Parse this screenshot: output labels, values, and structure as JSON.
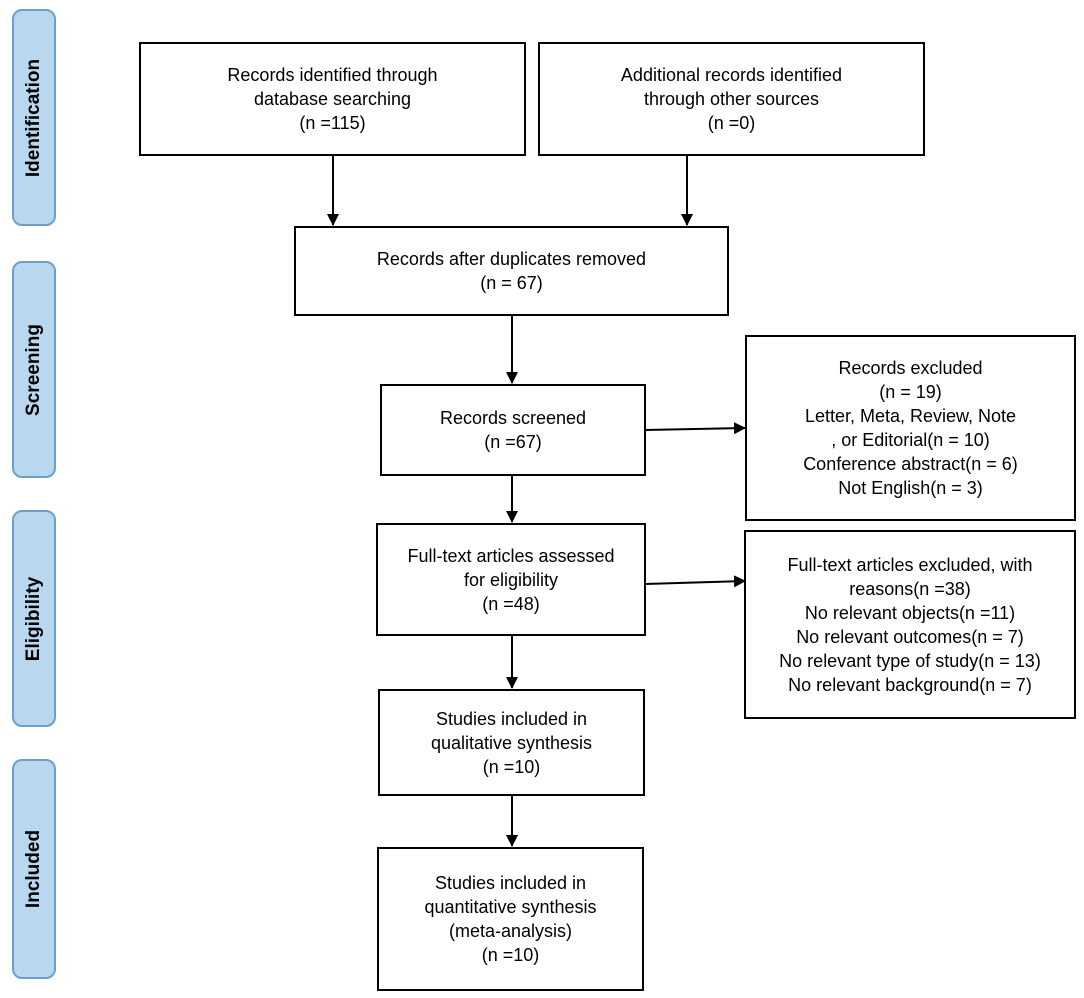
{
  "phases": {
    "identification": "Identification",
    "screening": "Screening",
    "eligibility": "Eligibility",
    "included": "Included"
  },
  "boxes": {
    "database_search": [
      "Records identified through",
      "database searching",
      "(n =115)"
    ],
    "other_sources": [
      "Additional records identified",
      "through other sources",
      "(n =0)"
    ],
    "duplicates_removed": [
      "Records after duplicates removed",
      "(n = 67)"
    ],
    "screened": [
      "Records screened",
      "(n =67)"
    ],
    "excluded": [
      "Records excluded",
      "(n = 19)",
      "Letter, Meta, Review, Note",
      ", or Editorial(n = 10)",
      "Conference abstract(n = 6)",
      "Not English(n = 3)"
    ],
    "fulltext_assessed": [
      "Full-text articles assessed",
      "for eligibility",
      "(n =48)"
    ],
    "fulltext_excluded": [
      "Full-text articles excluded, with",
      "reasons(n =38)",
      "No relevant objects(n =11)",
      "No relevant outcomes(n = 7)",
      "No relevant type of study(n = 13)",
      "No relevant background(n = 7)"
    ],
    "qualitative": [
      "Studies included in",
      "qualitative synthesis",
      "(n =10)"
    ],
    "quantitative": [
      "Studies included in",
      "quantitative synthesis",
      "(meta-analysis)",
      "(n =10)"
    ]
  }
}
